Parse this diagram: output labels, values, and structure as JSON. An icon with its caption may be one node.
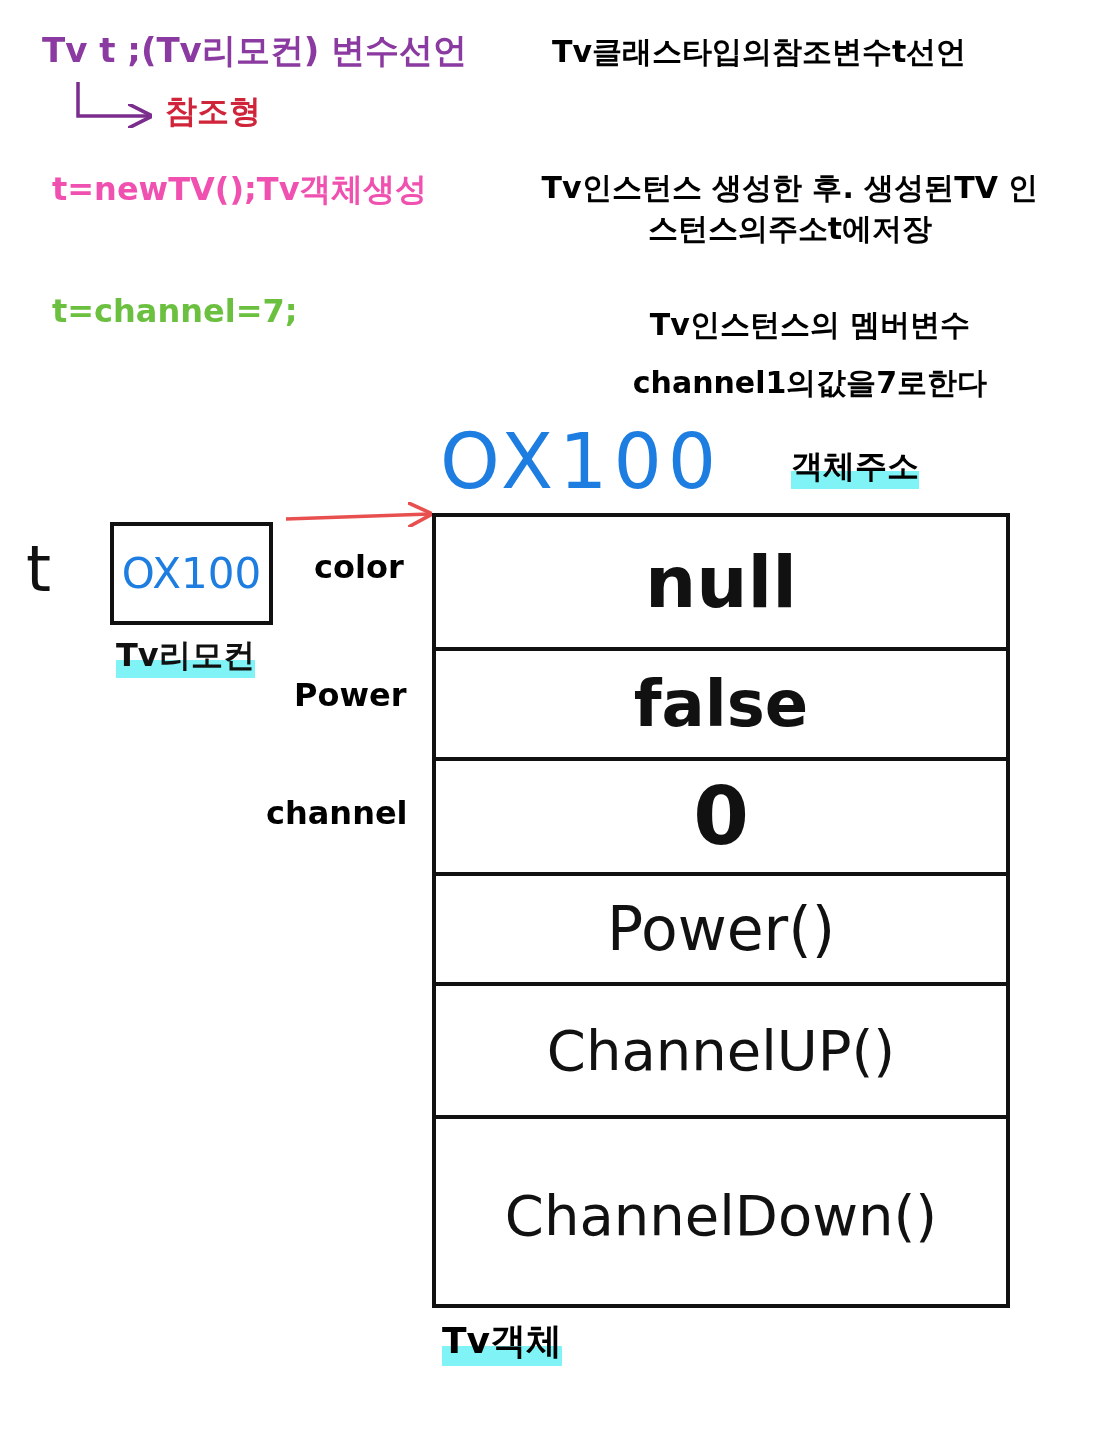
{
  "diagram": {
    "nodes": [
      {
        "text": [
          "Tv t ;(Tv리모컨) 변수선언"
        ]
      },
      {
        "text": [
          "참조형"
        ]
      },
      {
        "text": [
          "OX100"
        ],
        "beside": [
          "t",
          "Tv리모컨"
        ]
      },
      {
        "text": [
          "Tv객체"
        ],
        "beside": [
          "OX100",
          "객체주소"
        ]
      },
      {
        "text": [
          "null"
        ],
        "in": 3
      },
      {
        "text": [
          "false"
        ],
        "in": 3
      },
      {
        "text": [
          "0"
        ],
        "in": 3
      },
      {
        "text": [
          "Power()"
        ],
        "in": 3
      },
      {
        "text": [
          "ChannelUP()"
        ],
        "in": 3
      },
      {
        "text": [
          "ChannelDown()"
        ],
        "in": 3
      }
    ],
    "edges": [
      {
        "from": 0,
        "to": 1,
        "arrow": "to",
        "color": "#7b2d8e"
      },
      {
        "from": 2,
        "to": 3,
        "arrow": "to",
        "color": "#e8504f"
      }
    ],
    "labels": [
      "Tv클래스타입의참조변수t선언",
      "t=newTV();Tv객체생성",
      "Tv인스턴스 생성한 후. 생성된TV 인스턴스의주소t에저장",
      "t=channel=7;",
      "Tv인스턴스의 멤버변수 channel1의값을7로한다",
      "color",
      "Power",
      "channel"
    ]
  }
}
